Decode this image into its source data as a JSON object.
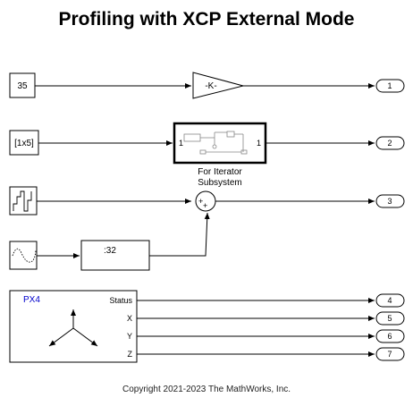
{
  "title": "Profiling with XCP External Mode",
  "copyright": "Copyright 2021-2023 The MathWorks, Inc.",
  "blocks": {
    "const35": {
      "value": "35"
    },
    "const1x5": {
      "value": "[1x5]"
    },
    "gain": {
      "label": "-K-"
    },
    "subsystem": {
      "in_port": "1",
      "out_port": "1",
      "caption_line1": "For Iterator",
      "caption_line2": "Subsystem"
    },
    "sum": {
      "sign1": "+",
      "sign2": "+"
    },
    "convert": {
      "label": ":32"
    },
    "px4": {
      "name": "PX4",
      "ports": [
        "Status",
        "X",
        "Y",
        "Z"
      ],
      "color": "#0000cc"
    }
  },
  "outports": [
    "1",
    "2",
    "3",
    "4",
    "5",
    "6",
    "7"
  ]
}
